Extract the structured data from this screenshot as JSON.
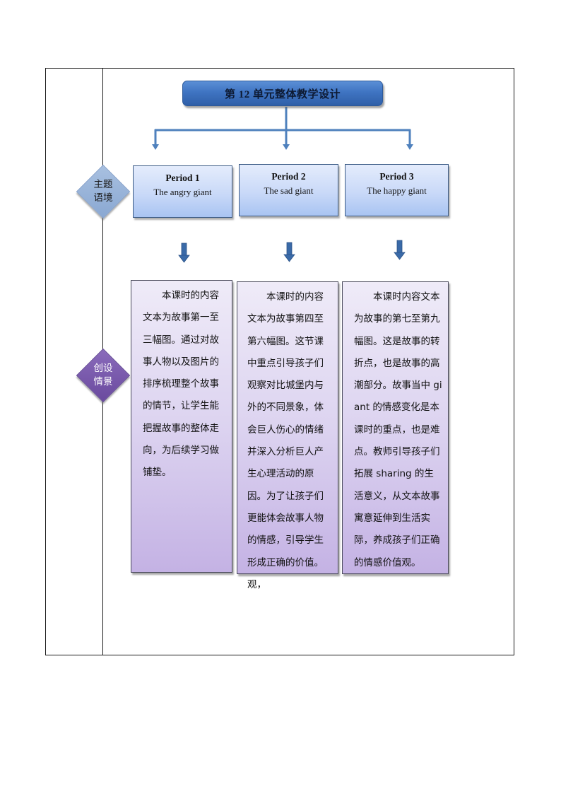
{
  "title": "第 12 单元整体教学设计",
  "labels": {
    "theme_context": [
      "主题",
      "语境"
    ],
    "scenario_creation": [
      "创设",
      "情景"
    ]
  },
  "periods": [
    {
      "title": "Period 1",
      "subtitle": "The angry giant",
      "content": "本课时的内容文本为故事第一至三幅图。通过对故事人物以及图片的排序梳理整个故事的情节，让学生能把握故事的整体走向，为后续学习做铺垫。"
    },
    {
      "title": "Period 2",
      "subtitle": "The sad giant",
      "content": "本课时的内容文本为故事第四至第六幅图。这节课中重点引导孩子们观察对比城堡内与外的不同景象，体会巨人伤心的情绪并深入分析巨人产生心理活动的原因。为了让孩子们更能体会故事人物的情感，引导学生形成正确的价值。观，"
    },
    {
      "title": "Period 3",
      "subtitle": "The happy giant",
      "content": "本课时内容文本为故事的第七至第九幅图。这是故事的转折点，也是故事的高潮部分。故事当中 giant 的情感变化是本课时的重点，也是难点。教师引导孩子们拓展 sharing 的生活意义，从文本故事寓意延伸到生活实际，养成孩子们正确的情感价值观。"
    }
  ],
  "colors": {
    "connector": "#4f81bd",
    "arrow_fill": "#3a6aa8",
    "title_bg": "#3f74c2",
    "period_bg": "#c9d9f8",
    "content_bg": "#dcd3f0",
    "diamond_blue": "#8aa8d2",
    "diamond_purple": "#6a4a9e"
  }
}
